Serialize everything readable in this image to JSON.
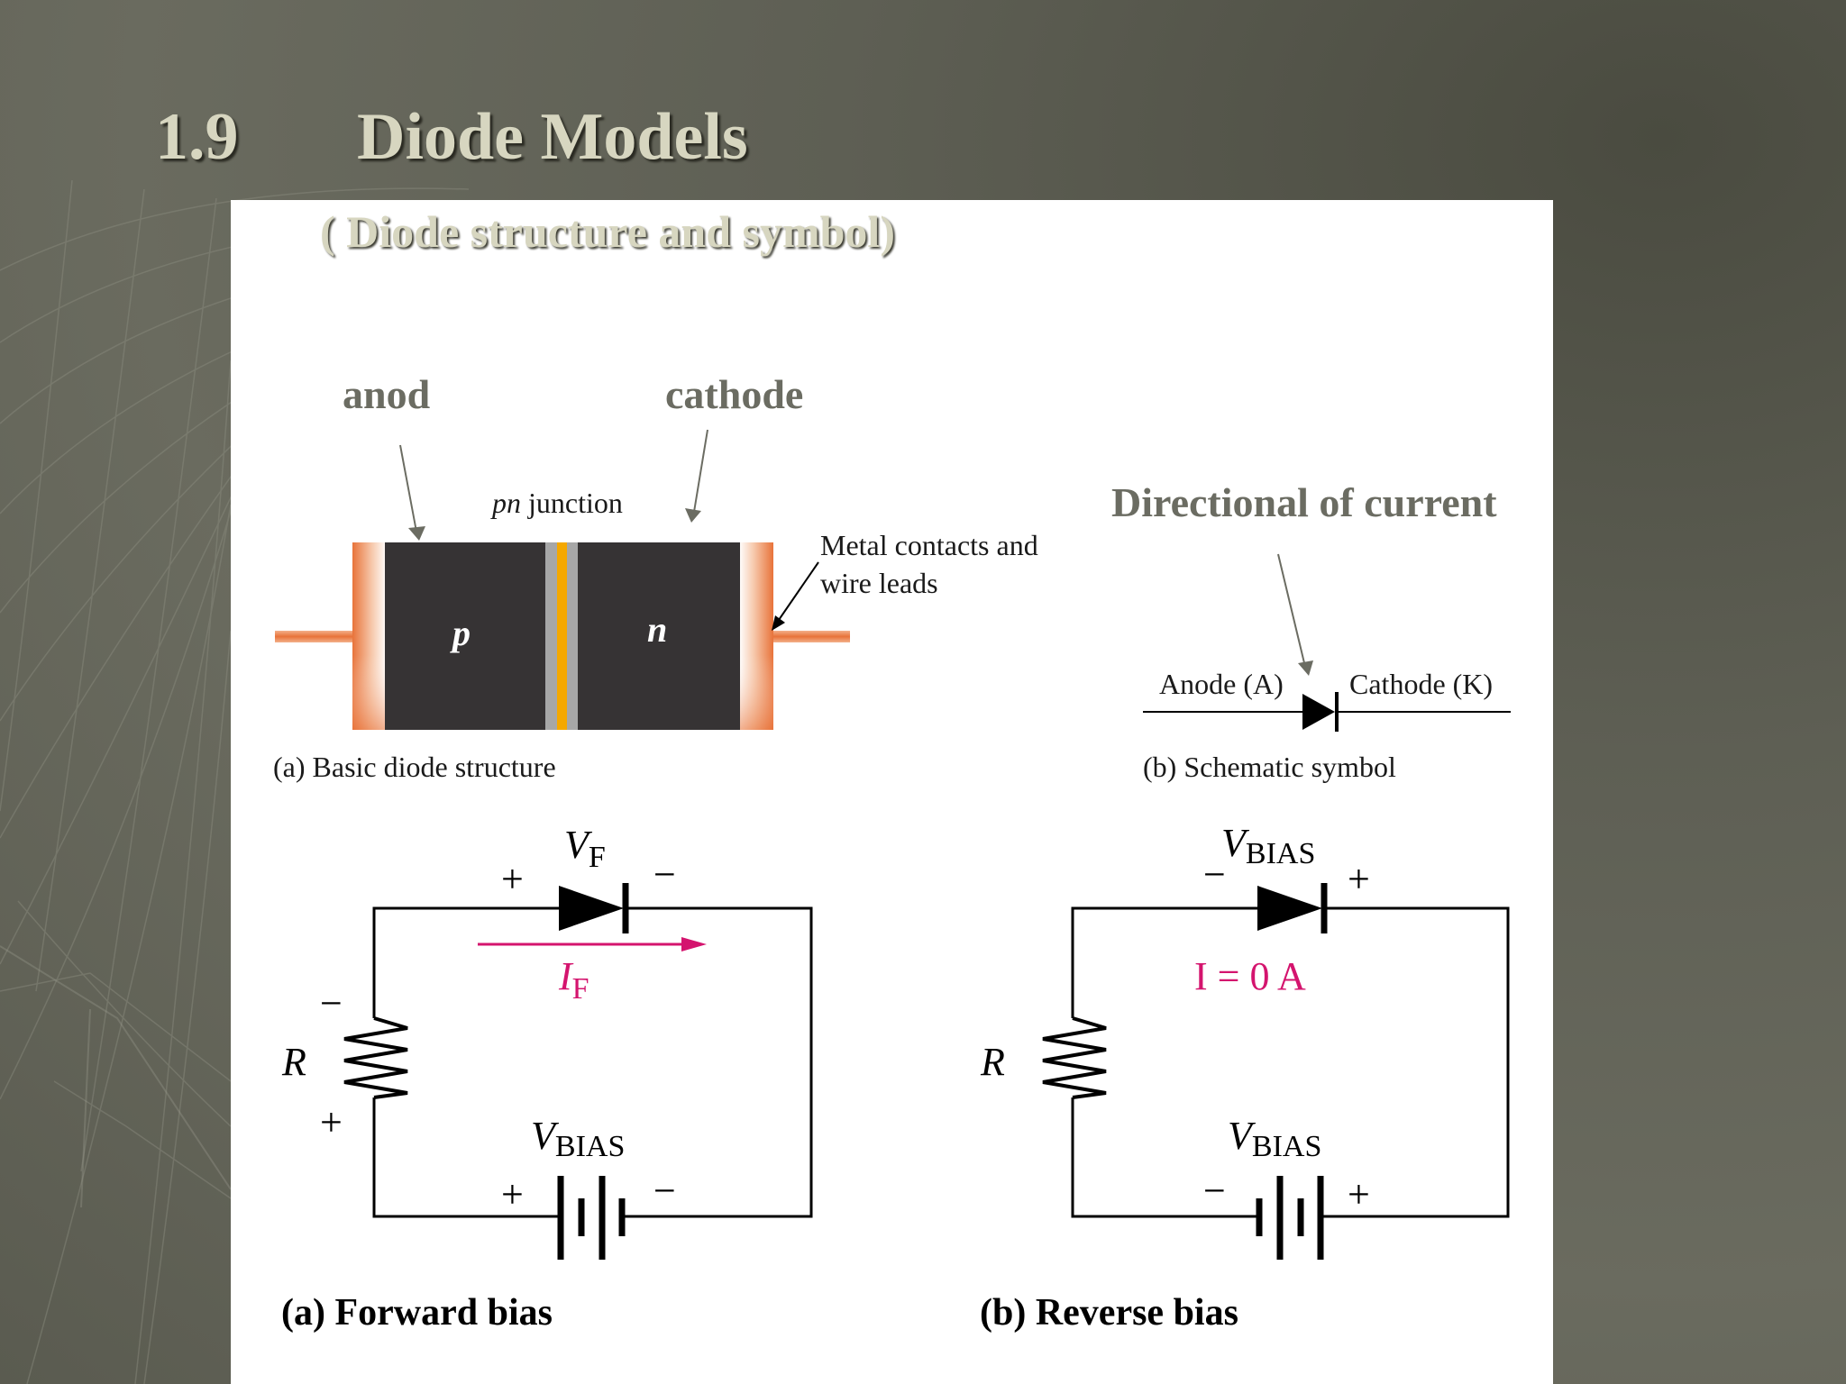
{
  "slide": {
    "number": "1.9",
    "title": "Diode Models",
    "subtitle": "( Diode structure and symbol)"
  },
  "structure": {
    "anode_label": "anod",
    "cathode_label": "cathode",
    "pn_italic": "pn",
    "junction_word": "junction",
    "p_label": "p",
    "n_label": "n",
    "contacts_line1": "Metal contacts and",
    "contacts_line2": "wire leads",
    "caption": "(a) Basic diode structure"
  },
  "symbol": {
    "direction_label": "Directional of current",
    "anode": "Anode (A)",
    "cathode": "Cathode (K)",
    "caption": "(b) Schematic symbol"
  },
  "forward": {
    "v_main": "V",
    "v_sub": "F",
    "plus": "+",
    "minus": "−",
    "i_main": "I",
    "i_sub": "F",
    "r_label": "R",
    "vbias_main": "V",
    "vbias_sub": "BIAS",
    "caption": "(a) Forward bias"
  },
  "reverse": {
    "v_main": "V",
    "v_sub": "BIAS",
    "plus": "+",
    "minus": "−",
    "current": "I = 0 A",
    "r_label": "R",
    "vbias_main": "V",
    "vbias_sub": "BIAS",
    "caption": "(b) Reverse bias"
  },
  "colors": {
    "title_text": "#d7d6c0",
    "label_gray": "#6b6c62",
    "current_magenta": "#d4146e",
    "diode_body": "#363334",
    "contact_orange": "#e8733a",
    "junction_yellow": "#f5a800"
  }
}
